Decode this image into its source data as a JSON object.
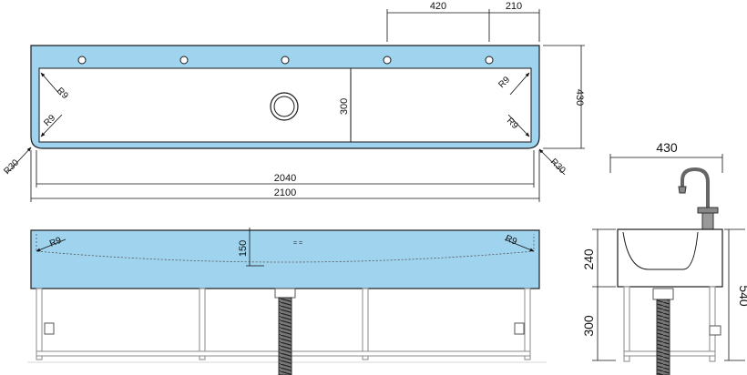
{
  "top_view": {
    "dims": {
      "faucet_spacing": "420",
      "faucet_offset": "210",
      "depth": "430",
      "basin_depth": "300",
      "basin_length": "2040",
      "total_length": "2100"
    },
    "radii": {
      "inner_tl": "R9",
      "inner_bl": "R9",
      "inner_tr": "R9",
      "inner_br": "R9",
      "outer_left": "R30",
      "outer_right": "R30"
    }
  },
  "front_view": {
    "dims": {
      "basin_height": "150"
    },
    "radii": {
      "left": "R9",
      "right": "R9"
    }
  },
  "side_view": {
    "dims": {
      "width": "430",
      "bowl_height": "240",
      "total_height": "540",
      "leg_height": "300"
    }
  },
  "colors": {
    "fill": "#9fd3ee",
    "line": "#1a1a1a",
    "metal": "#888888"
  }
}
